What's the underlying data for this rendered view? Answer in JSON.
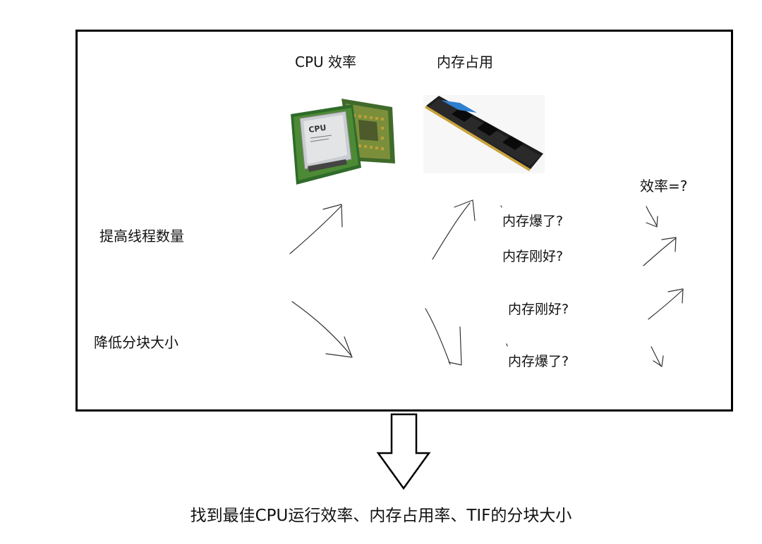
{
  "headers": {
    "cpu": "CPU 效率",
    "memory": "内存占用"
  },
  "rows": {
    "increase_threads": "提高线程数量",
    "reduce_block": "降低分块大小"
  },
  "efficiency_label": "效率=?",
  "memory_states": {
    "top_burst": "内存爆了?",
    "top_ok": "内存刚好?",
    "bottom_ok": "内存刚好?",
    "bottom_burst": "内存爆了?"
  },
  "conclusion": "找到最佳CPU运行效率、内存占用率、TIF的分块大小"
}
